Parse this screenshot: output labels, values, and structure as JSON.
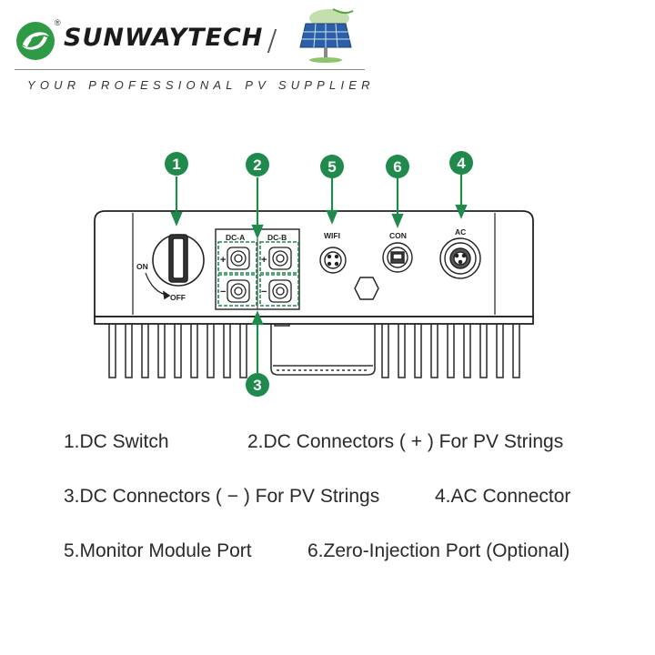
{
  "header": {
    "brand": "SUNWAYTECH",
    "registered_mark": "®",
    "tagline": "YOUR PROFESSIONAL PV SUPPLIER"
  },
  "diagram": {
    "callouts": [
      "1",
      "2",
      "5",
      "6",
      "4",
      "3"
    ],
    "labels": {
      "dc_a": "DC-A",
      "dc_b": "DC-B",
      "wifi": "WIFI",
      "con": "CON",
      "ac": "AC",
      "on": "ON",
      "off": "OFF",
      "plus": "+",
      "minus": "−"
    }
  },
  "legend": [
    "1.DC Switch",
    "2.DC Connectors ( + ) For PV Strings",
    "3.DC Connectors ( − ) For PV Strings",
    "4.AC Connector",
    "5.Monitor Module Port",
    "6.Zero-Injection Port (Optional)"
  ],
  "colors": {
    "accent_green": "#1f8a4c",
    "outline": "#222222"
  }
}
